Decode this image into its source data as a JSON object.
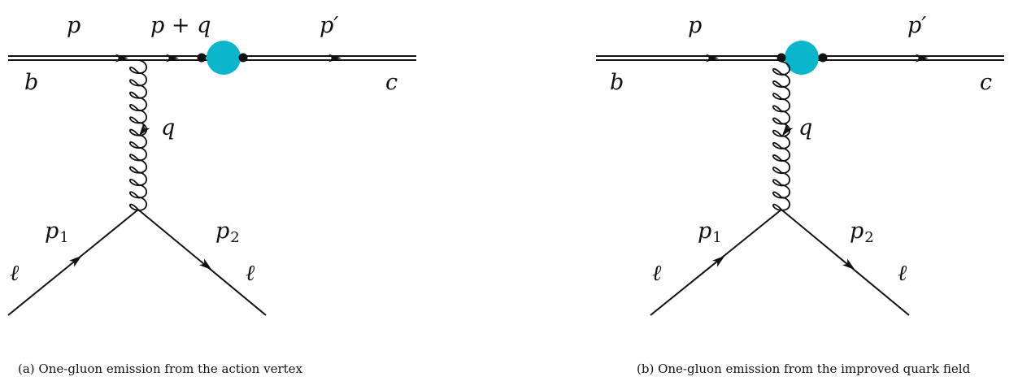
{
  "diagrams": [
    {
      "labels": {
        "p": "p",
        "pq": "p + q",
        "pprime": "p′",
        "b": "b",
        "c": "c",
        "q": "q",
        "p1": "p",
        "p1_sub": "1",
        "p2": "p",
        "p2_sub": "2",
        "l_left": "ℓ",
        "l_right": "ℓ"
      },
      "caption": "(a) One-gluon emission from the action vertex"
    },
    {
      "labels": {
        "p": "p",
        "pprime": "p′",
        "b": "b",
        "c": "c",
        "q": "q",
        "p1": "p",
        "p1_sub": "1",
        "p2": "p",
        "p2_sub": "2",
        "l_left": "ℓ",
        "l_right": "ℓ"
      },
      "caption": "(b) One-gluon emission from the improved quark field"
    }
  ],
  "colors": {
    "blob": "#0BB5CC",
    "line": "#111111"
  }
}
